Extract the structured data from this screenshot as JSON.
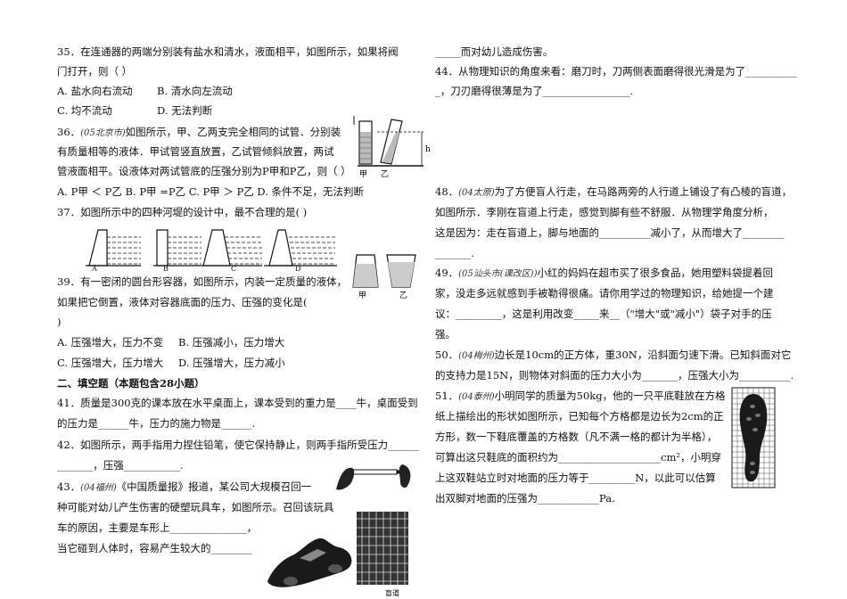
{
  "left": {
    "q35": {
      "l1": "35．在连通器的两端分别装有盐水和清水，液面相平，如图所示，如果将阀",
      "l2": "门打开，则（          ）",
      "optA": "A. 盐水向右流动",
      "optB": "B. 清水向左流动",
      "optC": "C. 均不流动",
      "optD": "D. 无法判断"
    },
    "q36": {
      "num": "36．",
      "src": "(05北京市)",
      "l1": "如图所示，甲、乙两支完全相同的试管．分别装",
      "l2": "有质量相等的液体．甲试管竖直放置，乙试管倾斜放置，两试",
      "l3": "管液面相平。设液体对两试管底的压强分别为P甲和P乙，则（ ）",
      "opts": "A. P甲 ＜ P乙    B.  P甲 =P乙 C. P甲 ＞ P乙      D. 条件不足，无法判断",
      "fig_jia": "甲",
      "fig_yi": "乙",
      "fig_h": "h"
    },
    "q37": {
      "l1": "37．如图所示中的四种河堤的设计中，最不合理的是(         )",
      "labels": [
        "A",
        "B",
        "C",
        "D"
      ]
    },
    "q39": {
      "l1": "39．有一密闭的圆台形容器，如图所示，内装一定质量的液体，",
      "l2": "如果把它倒置，液体对容器底面的压力、压强的变化是(",
      "l3": "  )",
      "optA": "A. 压强增大，压力不变",
      "optB": "B. 压强减小，压力增大",
      "optC": "C. 压强增大，压力增大",
      "optD": "D. 压强增大，压力减小",
      "fig_jia": "甲",
      "fig_yi": "乙"
    },
    "section": "二、填空题（本题包含28小题）",
    "q41": {
      "l1": "41．质量是300克的课本放在水平桌面上，课本受到的重力是____牛，桌面受到",
      "l2": "的压力是______牛，压力的施力物是______."
    },
    "q42": {
      "l1": "42．如图所示，两手指用力捏住铅笔，使它保持静止，则两手指所受压力______",
      "l2": "_______，压强___________."
    },
    "q43": {
      "num": "43．",
      "src": "(04福州)",
      "l1": "《中国质量报》报道，某公司大规模召回一",
      "l2": "种可能对幼儿产生伤害的硬塑玩具车，如图所示。召回该玩具",
      "l3": "车的原因，主要是车形上_______________，",
      "l4": "当它碰到人体时，容易产生较大的________",
      "fig_label": "盲道"
    }
  },
  "right": {
    "q43cont": "_____而对幼儿造成伤害。",
    "q44": {
      "l1": "44．从物理知识的角度来看：磨刀时，刀两侧表面磨得很光滑是为了__________",
      "l2": "_，刀刃磨得很薄是为了_________________."
    },
    "q48": {
      "num": "48．",
      "src": "(04太原)",
      "l1": "为了方便盲人行走，在马路两旁的人行道上铺设了有凸棱的盲道，",
      "l2": "如图所示．李刚在盲道上行走，感觉到脚有些不舒服．从物理学角度分析，",
      "l3": "这是因为：走在盲道上，脚与地面的__________减小了，从而增大了________",
      "l4": "_______."
    },
    "q49": {
      "num": "49．",
      "src": "(05汕头市(课改区))",
      "l1": "小红的妈妈在超市买了很多食品，她用塑料袋提着回",
      "l2": "家，没走多远就感到手被勒得很痛。请你用学过的物理知识，给她提一个建",
      "l3": "议：_________，这是利用改变_____来__（\"增大\"或\"减小\"）袋子对手的压",
      "l4": "强。"
    },
    "q50": {
      "num": "50．",
      "src": "(04梅州)",
      "l1": "边长是10cm的正方体，重30N，沿斜面匀速下滑。已知斜面对它",
      "l2": "的支持力是15N，则物体对斜面的压力大小为_______，压强大小为__________."
    },
    "q51": {
      "num": "51．",
      "src": "(04泰州)",
      "l1": "小明同学的质量为50kg，他的一只平底鞋放在方格",
      "l2": "纸上描绘出的形状如图所示，已知每个方格都是边长为2cm的正",
      "l3": "方形，数一下鞋底覆盖的方格数（凡不满一格的都计为半格），",
      "l4": "可算出这只鞋底的面积约为____________________cm²，小明穿",
      "l5": "上这双鞋站立时对地面的压力等于_________N，以此可以估算",
      "l6": "出双脚对地面的压强为____________Pa."
    }
  }
}
